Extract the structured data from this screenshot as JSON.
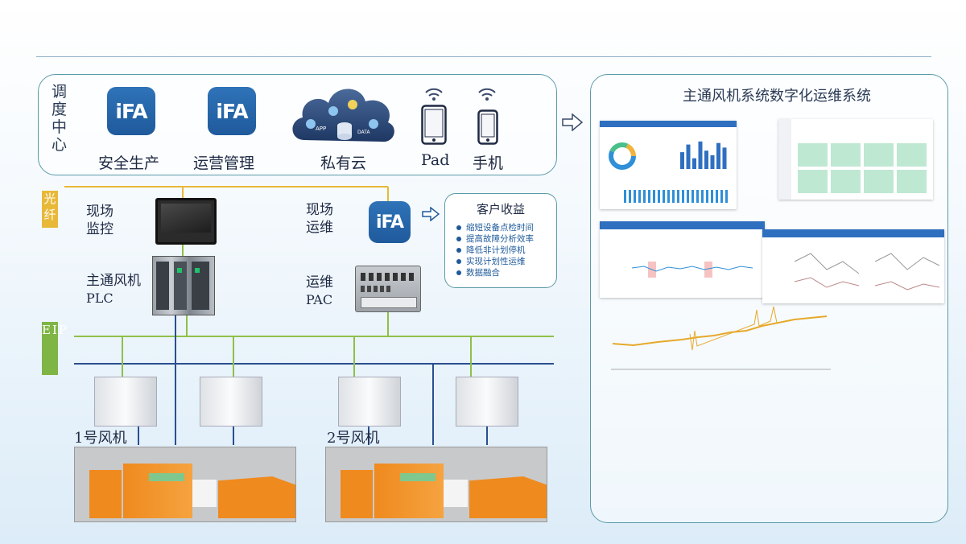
{
  "dispatch_label": "调度中心",
  "apps": {
    "ifa_text": "iFA",
    "safety": "安全生产",
    "ops_mgmt": "运营管理",
    "private_cloud": "私有云",
    "cloud_app": "APP",
    "cloud_data": "DATA",
    "pad": "Pad",
    "phone": "手机"
  },
  "tags": {
    "fiber": "光纤",
    "eip": "EIP"
  },
  "site_monitor": "现场监控",
  "site_ops": "现场运维",
  "main_fan_plc": [
    "主通风机",
    "PLC"
  ],
  "ops_pac": [
    "运维",
    "PAC"
  ],
  "benefits": {
    "title": "客户收益",
    "items": [
      "缩短设备点检时间",
      "提高故障分析效率",
      "降低非计划停机",
      "实现计划性运维",
      "数据融合"
    ]
  },
  "fans": [
    "1号风机",
    "2号风机"
  ],
  "right_panel_title": "主通风机系统数字化运维系统",
  "bar_chart_values": [
    0.55,
    0.8,
    0.35,
    0.9,
    0.6,
    0.45,
    0.85,
    0.7
  ],
  "colors": {
    "accent": "#2f73b8",
    "teal_border": "#5a9aa8",
    "bus_line": "#8fbf4a",
    "fiber_line": "#e8b838",
    "signal_line": "#2a4f8f",
    "fan_orange": "#ef8a1e"
  },
  "icons": [
    "wifi-icon",
    "tablet-icon",
    "phone-icon",
    "cloud-icon",
    "arrow-right-icon"
  ]
}
